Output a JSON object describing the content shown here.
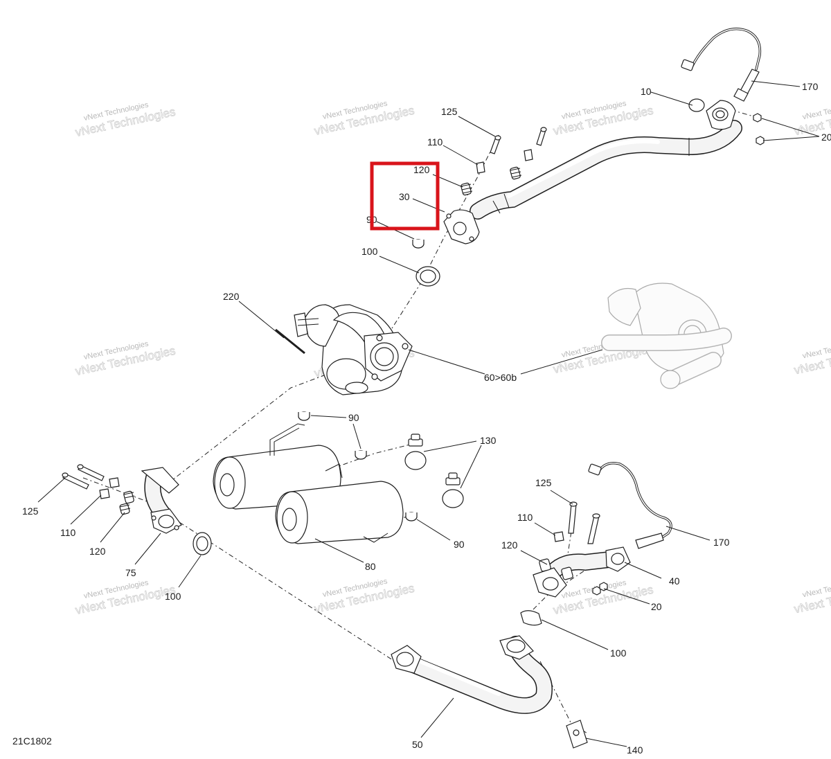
{
  "diagram_id": "21C1802",
  "watermark": {
    "line1": "vNext Technologies",
    "line2": "vNext Technologies"
  },
  "callouts": {
    "c170_top": "170",
    "c10": "10",
    "c20_top": "20",
    "c125_top": "125",
    "c110_top": "110",
    "c120_top": "120",
    "c30": "30",
    "c90_top": "90",
    "c100_top": "100",
    "c220": "220",
    "c60": "60>60b",
    "c90_mid": "90",
    "c130": "130",
    "c90_low": "90",
    "c80": "80",
    "c125_left": "125",
    "c110_left": "110",
    "c120_left": "120",
    "c75": "75",
    "c100_left": "100",
    "c125_right": "125",
    "c110_right": "110",
    "c120_right": "120",
    "c170_right": "170",
    "c40": "40",
    "c20_right": "20",
    "c100_right": "100",
    "c50": "50",
    "c140": "140"
  },
  "highlight": {
    "color": "#d9141b",
    "target_callout": "30"
  },
  "colors": {
    "ink": "#1e1e1e",
    "ghost": "#a9a9a9",
    "watermark": "#b8b8b8",
    "background": "#ffffff"
  }
}
